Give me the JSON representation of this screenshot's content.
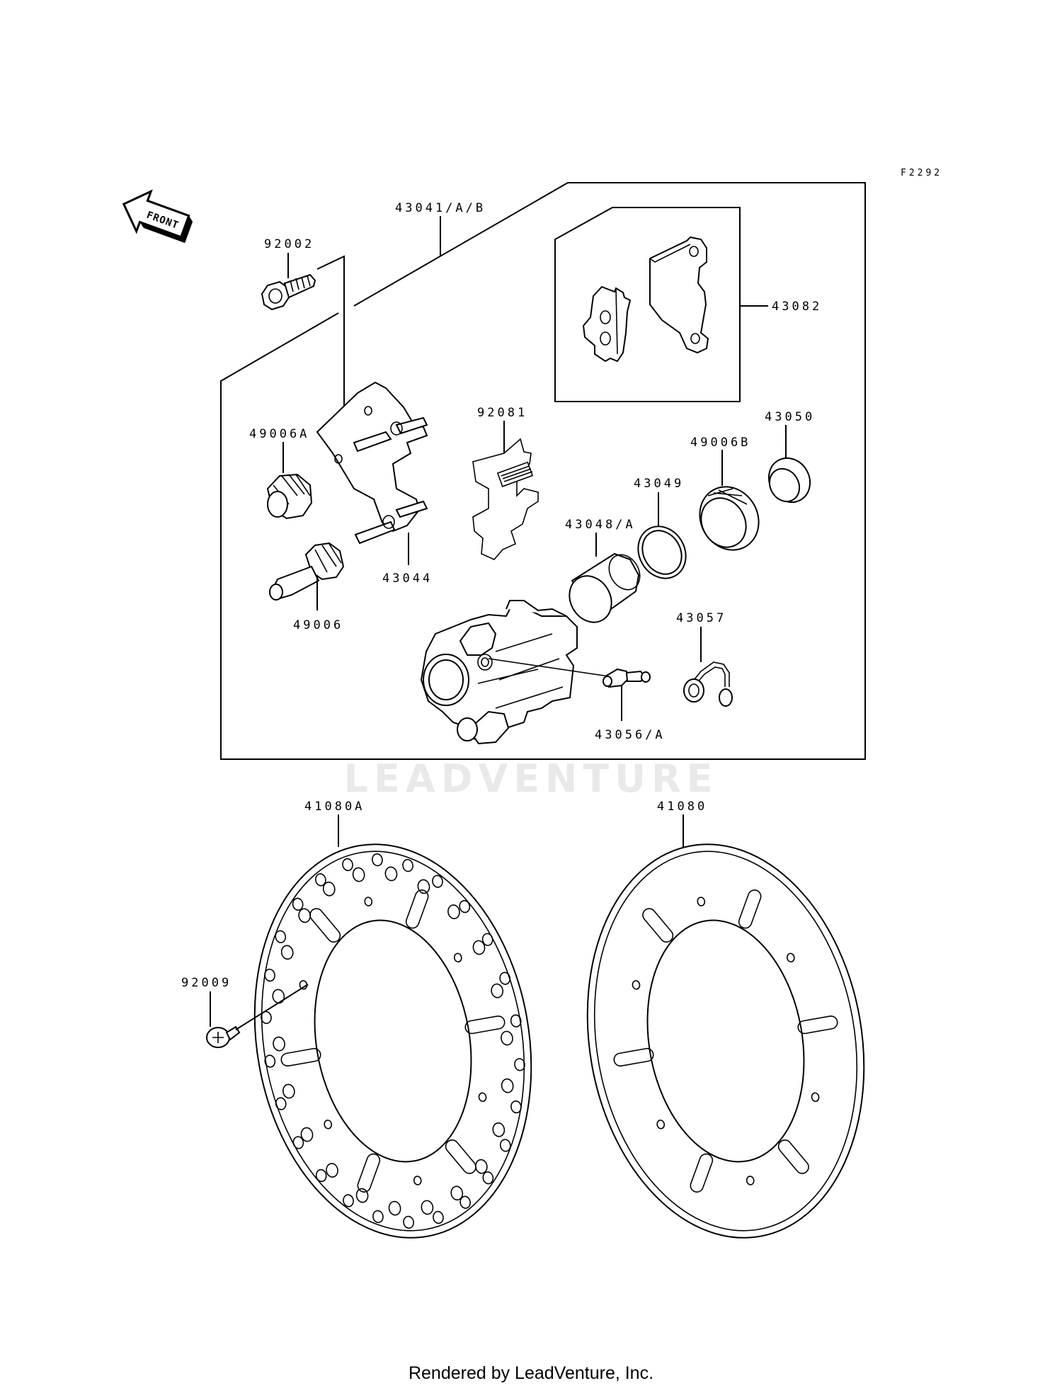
{
  "diagram": {
    "code": "F2292",
    "front_label": "FRONT",
    "watermark": "LEADVENTURE",
    "footer": "Rendered by LeadVenture, Inc.",
    "parts": [
      {
        "id": "p43041",
        "number": "43041/A/B"
      },
      {
        "id": "p92002",
        "number": "92002"
      },
      {
        "id": "p43082",
        "number": "43082"
      },
      {
        "id": "p92081",
        "number": "92081"
      },
      {
        "id": "p43050",
        "number": "43050"
      },
      {
        "id": "p49006A",
        "number": "49006A"
      },
      {
        "id": "p49006B",
        "number": "49006B"
      },
      {
        "id": "p43049",
        "number": "43049"
      },
      {
        "id": "p43048",
        "number": "43048/A"
      },
      {
        "id": "p43044",
        "number": "43044"
      },
      {
        "id": "p49006",
        "number": "49006"
      },
      {
        "id": "p43057",
        "number": "43057"
      },
      {
        "id": "p43056",
        "number": "43056/A"
      },
      {
        "id": "p41080A",
        "number": "41080A"
      },
      {
        "id": "p41080",
        "number": "41080"
      },
      {
        "id": "p92009",
        "number": "92009"
      }
    ]
  }
}
